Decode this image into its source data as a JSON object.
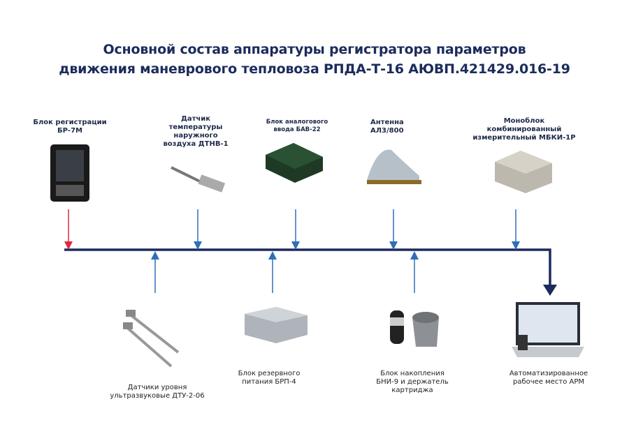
{
  "title": {
    "line1": "Основной состав аппаратуры регистратора параметров",
    "line2": "движения маневрового тепловоза РПДА-Т-16 АЮВП.421429.016-19"
  },
  "top_devices": [
    {
      "line1": "Блок регистрации",
      "line2": "БР-7М",
      "icon": "display-unit-icon"
    },
    {
      "line1": "Датчик",
      "line2": "температуры",
      "line3": "наружного",
      "line4": "воздуха ДТНВ-1",
      "icon": "temperature-sensor-icon"
    },
    {
      "line1": "Блок аналогового",
      "line2": "ввода БАВ-22",
      "icon": "analog-block-icon"
    },
    {
      "line1": "Антенна",
      "line2": "АЛ3/800",
      "icon": "antenna-icon"
    },
    {
      "line1": "Моноблок",
      "line2": "комбинированный",
      "line3": "измерительный МБКИ-1Р",
      "icon": "monoblock-icon"
    }
  ],
  "bottom_devices": [
    {
      "line1": "Датчики уровня",
      "line2": "ультразвуковые ДТУ-2-06",
      "icon": "level-sensor-icon"
    },
    {
      "line1": "Блок резервного",
      "line2": "питания БРП-4",
      "icon": "power-block-icon"
    },
    {
      "line1": "Блок накопления",
      "line2": "БНИ-9 и держатель",
      "line3": "картриджа",
      "icon": "storage-block-icon"
    },
    {
      "line1": "Автоматизированное",
      "line2": "рабочее место АРМ",
      "icon": "laptop-icon"
    }
  ],
  "colors": {
    "bus": "#1b2b5c",
    "arrow": "#2f6fb8",
    "highlight_arrow": "#e0283c"
  }
}
